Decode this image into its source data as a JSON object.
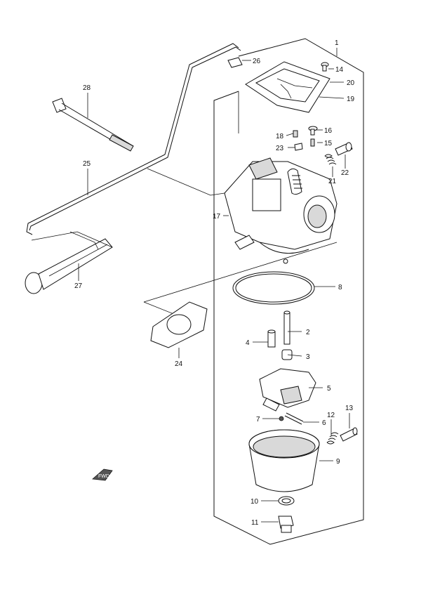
{
  "callouts": [
    {
      "id": "1",
      "text": "1"
    },
    {
      "id": "2",
      "text": "2"
    },
    {
      "id": "3",
      "text": "3"
    },
    {
      "id": "4",
      "text": "4"
    },
    {
      "id": "5",
      "text": "5"
    },
    {
      "id": "6",
      "text": "6"
    },
    {
      "id": "7",
      "text": "7"
    },
    {
      "id": "8",
      "text": "8"
    },
    {
      "id": "9",
      "text": "9"
    },
    {
      "id": "10",
      "text": "10"
    },
    {
      "id": "11",
      "text": "11"
    },
    {
      "id": "12",
      "text": "12"
    },
    {
      "id": "13",
      "text": "13"
    },
    {
      "id": "14",
      "text": "14"
    },
    {
      "id": "15",
      "text": "15"
    },
    {
      "id": "16",
      "text": "16"
    },
    {
      "id": "17",
      "text": "17"
    },
    {
      "id": "18",
      "text": "18"
    },
    {
      "id": "19",
      "text": "19"
    },
    {
      "id": "20",
      "text": "20"
    },
    {
      "id": "21",
      "text": "21"
    },
    {
      "id": "22",
      "text": "22"
    },
    {
      "id": "23",
      "text": "23"
    },
    {
      "id": "24",
      "text": "24"
    },
    {
      "id": "25",
      "text": "25"
    },
    {
      "id": "26",
      "text": "26"
    },
    {
      "id": "27",
      "text": "27"
    },
    {
      "id": "28",
      "text": "28"
    }
  ],
  "direction_marker": {
    "text": "FWD"
  }
}
